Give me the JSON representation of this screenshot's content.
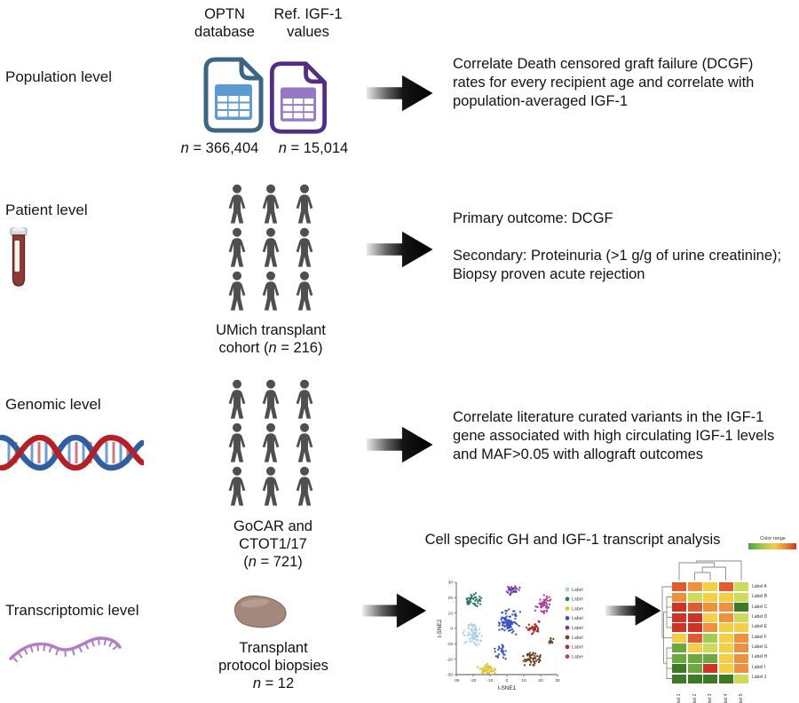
{
  "colors": {
    "doc-blue-border": "#3d6584",
    "doc-blue-fill": "#5b9ad2",
    "doc-purple-border": "#532c84",
    "doc-purple-fill": "#9679c6",
    "person": "#4f4f4f",
    "dna-blue": "#2f5f9e",
    "dna-red": "#b42025",
    "dna-rung-blue": "#6f9fd0",
    "dna-rung-red": "#d4787c",
    "rna-purple": "#b27cc9",
    "kidney-fill": "#a5887c",
    "kidney-stroke": "#8a6e60",
    "tube-red": "#8e3b38"
  },
  "icons": [
    "spreadsheet-document-blue",
    "spreadsheet-document-purple",
    "person-pictogram",
    "blood-tube",
    "dna-helix",
    "rna-strand",
    "kidney-biopsy",
    "flow-arrow"
  ],
  "headers": {
    "optn": "OPTN database",
    "ref_igf": "Ref. IGF-1 values"
  },
  "sections": {
    "population": {
      "label": "Population level",
      "n1": "n = 366,404",
      "n2": "n = 15,014",
      "description": "Correlate Death censored graft failure (DCGF) rates for every recipient age and correlate with population-averaged IGF-1"
    },
    "patient": {
      "label": "Patient level",
      "caption": "UMich transplant cohort (n = 216)",
      "primary": "Primary outcome: DCGF",
      "secondary": "Secondary: Proteinuria (>1 g/g of urine creatinine); Biopsy proven acute rejection"
    },
    "genomic": {
      "label": "Genomic level",
      "caption_l1": "GoCAR and",
      "caption_l2": "CTOT1/17",
      "caption_l3": "(n = 721)",
      "description": "Correlate literature curated variants in the IGF-1 gene associated with high circulating IGF-1 levels and MAF>0.05 with allograft outcomes"
    },
    "transcriptomic": {
      "label": "Transcriptomic level",
      "analysis_title": "Cell specific GH and IGF-1 transcript analysis",
      "caption_l1": "Transplant",
      "caption_l2": "protocol biopsies",
      "caption_l3": "n = 12"
    }
  },
  "chart_data": [
    {
      "type": "scatter",
      "title": "",
      "xlabel": "t-SNE1",
      "ylabel": "t-SNE2",
      "xlim": [
        -30,
        30
      ],
      "ylim": [
        -30,
        30
      ],
      "xticks": [
        -30,
        -20,
        -10,
        0,
        10,
        20,
        30
      ],
      "yticks": [
        -30,
        -20,
        -10,
        0,
        10,
        20,
        30
      ],
      "legend_position": "right",
      "legend": [
        {
          "label": "Label",
          "color": "#a8cfec"
        },
        {
          "label": "Label",
          "color": "#2b7c5f"
        },
        {
          "label": "Label",
          "color": "#e2c22f"
        },
        {
          "label": "Label",
          "color": "#3c55bc"
        },
        {
          "label": "Label",
          "color": "#6b3fa0"
        },
        {
          "label": "Label",
          "color": "#6f4227"
        },
        {
          "label": "Label",
          "color": "#ac2c2c"
        },
        {
          "label": "Label",
          "color": "#b23a98"
        }
      ],
      "clusters": [
        {
          "color": "#2b7c5f",
          "cx": -20,
          "cy": 18,
          "rx": 5.5,
          "ry": 5,
          "n": 40
        },
        {
          "color": "#a8cfec",
          "cx": -20,
          "cy": -4,
          "rx": 6.5,
          "ry": 8.5,
          "n": 65
        },
        {
          "color": "#e2c22f",
          "cx": -12,
          "cy": -27,
          "rx": 6,
          "ry": 4.5,
          "n": 40
        },
        {
          "color": "#3c55bc",
          "cx": 1,
          "cy": 4,
          "rx": 7.5,
          "ry": 9,
          "n": 95
        },
        {
          "color": "#3c55bc",
          "cx": -4,
          "cy": -15,
          "rx": 4.5,
          "ry": 6,
          "n": 25
        },
        {
          "color": "#6b3fa0",
          "cx": 3,
          "cy": 25,
          "rx": 5.5,
          "ry": 4.5,
          "n": 35
        },
        {
          "color": "#b23a98",
          "cx": 22,
          "cy": 15,
          "rx": 6,
          "ry": 7,
          "n": 50
        },
        {
          "color": "#ac2c2c",
          "cx": 16,
          "cy": 0,
          "rx": 4.5,
          "ry": 5.5,
          "n": 35
        },
        {
          "color": "#6f4227",
          "cx": 15,
          "cy": -20,
          "rx": 7,
          "ry": 5.5,
          "n": 50
        },
        {
          "color": "#6f4227",
          "cx": 27,
          "cy": -8,
          "rx": 2.5,
          "ry": 2,
          "n": 9
        }
      ]
    },
    {
      "type": "heatmap",
      "color_range_label": "Color range",
      "row_labels": [
        "Label A",
        "Label B",
        "Label C",
        "Label D",
        "Label E",
        "Label F",
        "Label G",
        "Label H",
        "Label I",
        "Label J"
      ],
      "col_labels": [
        "Label 1",
        "Label 2",
        "Label 3",
        "Label 4",
        "Label 5"
      ],
      "palette": {
        "red": "#cf3326",
        "orangered": "#e05c2e",
        "orange": "#ee913e",
        "yellow": "#f2cf47",
        "yellowgreen": "#cdda5a",
        "lightgreen": "#a3cb4e",
        "green": "#6ba83d",
        "darkgreen": "#3c7a26"
      },
      "cells": [
        [
          "orangered",
          "orange",
          "yellow",
          "orangered",
          "yellowgreen"
        ],
        [
          "orange",
          "yellowgreen",
          "yellow",
          "yellow",
          "yellowgreen"
        ],
        [
          "red",
          "orangered",
          "orange",
          "orange",
          "darkgreen"
        ],
        [
          "red",
          "red",
          "yellow",
          "orange",
          "yellowgreen"
        ],
        [
          "red",
          "red",
          "orange",
          "yellow",
          "yellow"
        ],
        [
          "yellow",
          "orangered",
          "lightgreen",
          "yellow",
          "orange"
        ],
        [
          "green",
          "yellow",
          "yellowgreen",
          "yellow",
          "orange"
        ],
        [
          "green",
          "green",
          "green",
          "yellow",
          "orange"
        ],
        [
          "darkgreen",
          "green",
          "red",
          "yellow",
          "orange"
        ],
        [
          "darkgreen",
          "darkgreen",
          "darkgreen",
          "darkgreen",
          "yellowgreen"
        ]
      ]
    }
  ]
}
